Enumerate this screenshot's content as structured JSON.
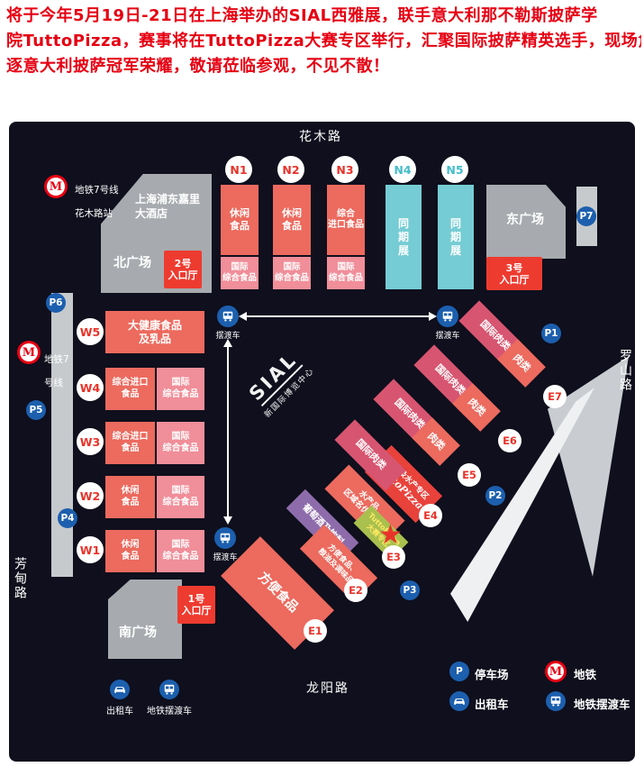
{
  "announcement": {
    "lines": [
      "将于今年5月19日-21日在上海举办的SIAL西雅展，联手意大利那不勒斯披萨学",
      "院TuttoPizza，赛事将在TuttoPizza大赛专区举行，汇聚国际披萨精英选手，现场角",
      "逐意大利披萨冠军荣耀，敬请莅临参观，不见不散！"
    ]
  },
  "map": {
    "roads": {
      "top": "花木路",
      "right": "罗山路",
      "bottom": "龙阳路",
      "left": "芳甸路"
    },
    "watermark": {
      "title": "SIAL",
      "subtitle": "新国际博览中心"
    },
    "metro_north": {
      "line1": "地铁7号线",
      "line2": "花木路站"
    },
    "metro_west": {
      "line1": "地铁7",
      "line2": "号线"
    },
    "hotel": "上海浦东嘉里\n大酒店",
    "plazas": {
      "north": "北广场",
      "east": "东广场",
      "south": "南广场"
    },
    "entrances": {
      "no1": "1号\n入口厅",
      "no2": "2号\n入口厅",
      "no3": "3号\n入口厅"
    },
    "north_halls": [
      {
        "id": "N1",
        "main": "休闲\n食品",
        "sub": "国际\n综合食品"
      },
      {
        "id": "N2",
        "main": "休闲\n食品",
        "sub": "国际\n综合食品"
      },
      {
        "id": "N3",
        "main": "综合\n进口食品",
        "sub": "国际\n综合食品"
      },
      {
        "id": "N4",
        "main": "同\n期\n展"
      },
      {
        "id": "N5",
        "main": "同\n期\n展"
      }
    ],
    "west_halls": [
      {
        "id": "W5",
        "main": "大健康食品\n及乳品"
      },
      {
        "id": "W4",
        "main": "综合进口\n食品",
        "sub": "国际\n综合食品"
      },
      {
        "id": "W3",
        "main": "综合进口\n食品",
        "sub": "国际\n综合食品"
      },
      {
        "id": "W2",
        "main": "休闲\n食品",
        "sub": "国际\n综合食品"
      },
      {
        "id": "W1",
        "main": "休闲\n食品",
        "sub": "国际\n综合食品"
      }
    ],
    "east_halls": {
      "badges": [
        "E1",
        "E2",
        "E3",
        "E4",
        "E5",
        "E6",
        "E7"
      ],
      "e1_block": "方便食品",
      "e2_wine": "葡萄酒及饮料",
      "e2_food": "方便食品、\n粮油及调味品",
      "e3_seafood": "水产品\n区域名优食品",
      "e3_contest": "TuttoPizza\n大赛专区",
      "e4_meat": "肉类及水产专区",
      "e4_script": "TuttoPizza",
      "intl_meat": "国际肉类",
      "meat": "肉类"
    },
    "parking": [
      "P1",
      "P2",
      "P3",
      "P4",
      "P5",
      "P6",
      "P7"
    ],
    "shuttle_label": "摆渡车",
    "street_markers": {
      "taxi": "出租车",
      "shuttle": "地铁摆渡车"
    },
    "legend": {
      "parking_symbol": "P",
      "parking": "停车场",
      "metro": "地铁",
      "taxi": "出租车",
      "shuttle": "地铁摆渡车"
    }
  },
  "colors": {
    "accent_red": "#e60012",
    "entrance_red": "#ee3b30",
    "salmon": "#ec6a5e",
    "pink": "#f08e99",
    "crimson": "#d75570",
    "teal": "#76ccd4",
    "purple": "#8e6cab",
    "green": "#a9c04e",
    "blue": "#1c5fae",
    "plaza_grey": "#a7abaf",
    "map_bg": "#0f0f1d"
  }
}
